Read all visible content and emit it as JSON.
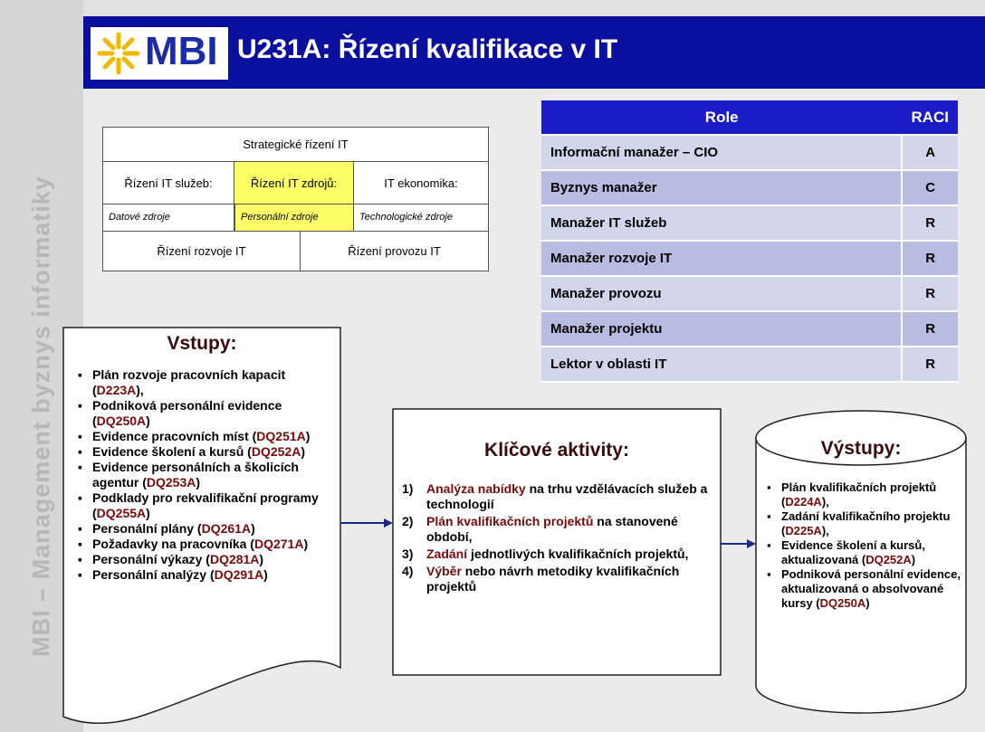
{
  "side_label": "MBI – Management byznys informatiky",
  "header": {
    "logo": "MBI",
    "title": "U231A: Řízení kvalifikace v IT"
  },
  "map": {
    "top": "Strategické řízení IT",
    "service_mgmt": "Řízení IT služeb:",
    "resource_mgmt": "Řízení IT zdrojů:",
    "economics": "IT ekonomika:",
    "data_resources": "Datové zdroje",
    "personnel": "Personální zdroje",
    "tech_resources": "Technologické zdroje",
    "development": "Řízení rozvoje IT",
    "operations": "Řízení provozu IT"
  },
  "raci": {
    "header_role": "Role",
    "header_raci": "RACI",
    "rows": [
      {
        "role": "Informační manažer – CIO",
        "raci": "A"
      },
      {
        "role": "Byznys manažer",
        "raci": "C"
      },
      {
        "role": "Manažer IT služeb",
        "raci": "R"
      },
      {
        "role": "Manažer rozvoje IT",
        "raci": "R"
      },
      {
        "role": "Manažer provozu",
        "raci": "R"
      },
      {
        "role": "Manažer projektu",
        "raci": "R"
      },
      {
        "role": "Lektor v oblasti IT",
        "raci": "R"
      }
    ]
  },
  "inputs": {
    "title": "Vstupy:",
    "items": [
      {
        "text": "Plán rozvoje pracovních kapacit (",
        "code": "D223A",
        "tail": "),"
      },
      {
        "text": "Podniková personální evidence (",
        "code": "DQ250A",
        "tail": ")"
      },
      {
        "text": "Evidence pracovních míst (",
        "code": "DQ251A",
        "tail": ")"
      },
      {
        "text": "Evidence školení a kursů (",
        "code": "DQ252A",
        "tail": ")"
      },
      {
        "text": "Evidence personálních a školicích agentur (",
        "code": "DQ253A",
        "tail": ")"
      },
      {
        "text": "Podklady pro rekvalifikační programy (",
        "code": "DQ255A",
        "tail": ")"
      },
      {
        "text": "Personální plány (",
        "code": "DQ261A",
        "tail": ")"
      },
      {
        "text": "Požadavky na pracovníka (",
        "code": "DQ271A",
        "tail": ")"
      },
      {
        "text": "Personální výkazy (",
        "code": "DQ281A",
        "tail": ")"
      },
      {
        "text": "Personální analýzy (",
        "code": "DQ291A",
        "tail": ")"
      }
    ]
  },
  "activities": {
    "title": "Klíčové aktivity:",
    "items": [
      {
        "num": "1)",
        "hl": "Analýza nabídky",
        "rest": " na trhu vzdělávacích služeb a technologií"
      },
      {
        "num": "2)",
        "hl": "Plán kvalifikačních projektů",
        "rest": " na stanovené období,"
      },
      {
        "num": "3)",
        "hl": "Zadání",
        "rest": " jednotlivých kvalifikačních projektů,"
      },
      {
        "num": "4)",
        "hl": "Výběr",
        "rest": " nebo návrh metodiky kvalifikačních projektů"
      }
    ]
  },
  "outputs": {
    "title": "Výstupy:",
    "items": [
      {
        "text": "Plán kvalifikačních projektů (",
        "code": "D224A",
        "tail": "),"
      },
      {
        "text": "Zadání kvalifikačního projektu (",
        "code": "D225A",
        "tail": "),"
      },
      {
        "text": "Evidence školení a kursů, aktualizovaná (",
        "code": "DQ252A",
        "tail": ")"
      },
      {
        "text": "Podniková personální evidence, aktualizovaná o absolvované kursy (",
        "code": "DQ250A",
        "tail": ")"
      }
    ]
  },
  "colors": {
    "header_bg": "#0b0f9e",
    "raci_header": "#1b1cc7",
    "highlight": "#ffff66",
    "code": "#7a0a0a"
  }
}
